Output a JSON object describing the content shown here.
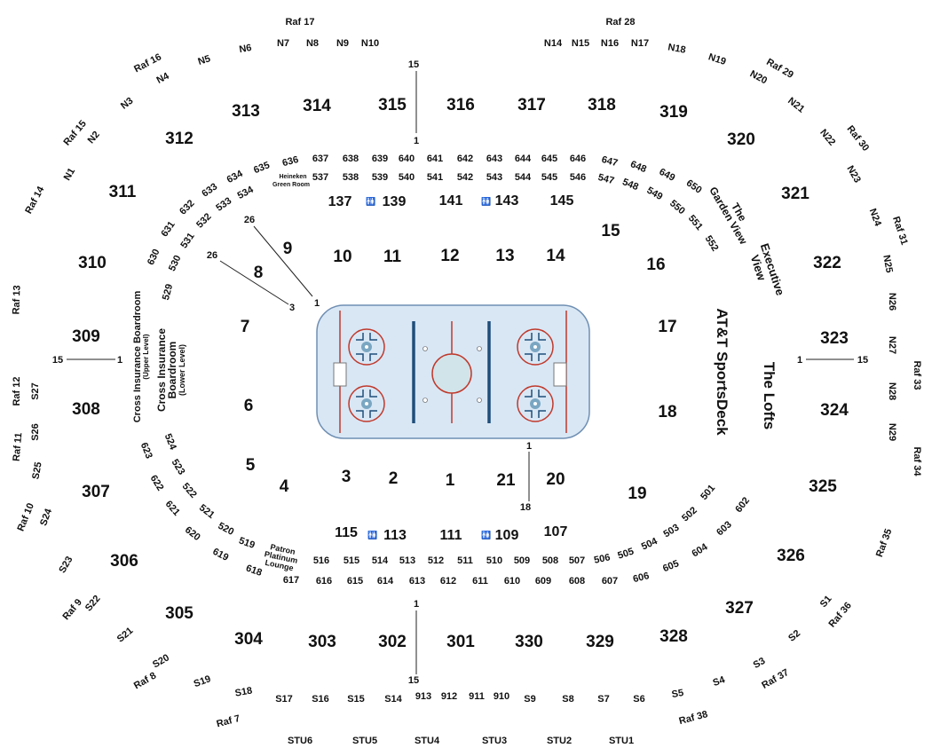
{
  "venue": {
    "rink_areas": [
      {
        "id": "cross-insurance-upper",
        "lines": [
          "Cross Insurance Boardroom",
          "(Upper Level)"
        ]
      },
      {
        "id": "cross-insurance-lower",
        "lines": [
          "Cross Insurance",
          "Boardroom",
          "(Lower Level)"
        ]
      },
      {
        "id": "att-sportsdeck",
        "text": "AT&T SportsDeck"
      },
      {
        "id": "the-lofts",
        "text": "The Lofts"
      },
      {
        "id": "garden-view",
        "lines": [
          "The",
          "Garden View"
        ]
      },
      {
        "id": "executive-view",
        "lines": [
          "Executive",
          "View"
        ]
      },
      {
        "id": "heineken-green-room",
        "lines": [
          "Heineken",
          "Green Room"
        ]
      },
      {
        "id": "patron-platinum-lounge",
        "lines": [
          "Patron",
          "Platinum",
          "Lounge"
        ]
      }
    ],
    "sections_300": [
      "301",
      "302",
      "303",
      "304",
      "305",
      "306",
      "307",
      "308",
      "309",
      "310",
      "311",
      "312",
      "313",
      "314",
      "315",
      "316",
      "317",
      "318",
      "319",
      "320",
      "321",
      "322",
      "323",
      "324",
      "325",
      "326",
      "327",
      "328",
      "329",
      "330"
    ],
    "sections_200_floor": [
      "1",
      "2",
      "3",
      "4",
      "5",
      "6",
      "7",
      "8",
      "9",
      "10",
      "11",
      "12",
      "13",
      "14",
      "15",
      "16",
      "17",
      "18",
      "19",
      "20",
      "21"
    ],
    "sections_100": [
      "107",
      "109",
      "111",
      "113",
      "115",
      "137",
      "139",
      "141",
      "143",
      "145"
    ],
    "rows_500": [
      "501",
      "502",
      "503",
      "504",
      "505",
      "506",
      "507",
      "508",
      "509",
      "510",
      "511",
      "512",
      "513",
      "514",
      "515",
      "516",
      "519",
      "520",
      "521",
      "522",
      "523",
      "524",
      "529",
      "530",
      "531",
      "532",
      "533",
      "534",
      "537",
      "538",
      "539",
      "540",
      "541",
      "542",
      "543",
      "544",
      "545",
      "546",
      "547",
      "548",
      "549",
      "550",
      "551",
      "552"
    ],
    "rows_600": [
      "602",
      "603",
      "604",
      "605",
      "606",
      "607",
      "608",
      "609",
      "610",
      "611",
      "612",
      "613",
      "614",
      "615",
      "616",
      "617",
      "618",
      "619",
      "620",
      "621",
      "622",
      "623",
      "630",
      "631",
      "632",
      "633",
      "634",
      "635",
      "636",
      "637",
      "638",
      "639",
      "640",
      "641",
      "642",
      "643",
      "644",
      "645",
      "646",
      "647",
      "648",
      "649",
      "650"
    ],
    "north_rows": [
      "N1",
      "N2",
      "N3",
      "N4",
      "N5",
      "N6",
      "N7",
      "N8",
      "N9",
      "N10",
      "N14",
      "N15",
      "N16",
      "N17",
      "N18",
      "N19",
      "N20",
      "N21",
      "N22",
      "N23",
      "N24",
      "N25",
      "N26",
      "N27",
      "N28",
      "N29"
    ],
    "south_rows": [
      "S1",
      "S2",
      "S3",
      "S4",
      "S5",
      "S6",
      "S7",
      "S8",
      "S9",
      "S14",
      "S15",
      "S16",
      "S17",
      "S18",
      "S19",
      "S20",
      "S21",
      "S22",
      "S23",
      "S24",
      "S25",
      "S26",
      "S27"
    ],
    "raf_rows": [
      "Raf 7",
      "Raf 8",
      "Raf 9",
      "Raf 10",
      "Raf 11",
      "Raf 12",
      "Raf 13",
      "Raf 14",
      "Raf 15",
      "Raf 16",
      "Raf 17",
      "Raf 28",
      "Raf 29",
      "Raf 30",
      "Raf 31",
      "Raf 33",
      "Raf 34",
      "Raf 35",
      "Raf 36",
      "Raf 37",
      "Raf 38"
    ],
    "stu_rows": [
      "STU1",
      "STU2",
      "STU3",
      "STU4",
      "STU5",
      "STU6"
    ],
    "bottom_rows": [
      "910",
      "911",
      "912",
      "913"
    ],
    "row_markers": [
      "1",
      "3",
      "15",
      "18",
      "26"
    ]
  },
  "colors": {
    "ice": "#d9e7f5",
    "rink_border": "#6f8fb3",
    "red_line": "#c0392b",
    "blue_line": "#1f4e79",
    "faceoff_fill": "#7aa6c2"
  }
}
